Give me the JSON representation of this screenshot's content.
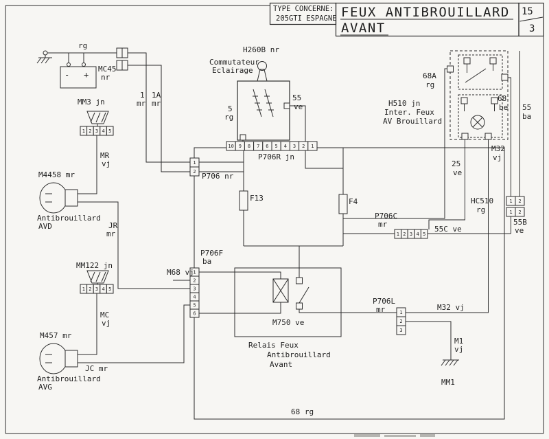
{
  "header": {
    "type_label": "TYPE CONCERNE:",
    "type_value": "205GTI ESPAGNE",
    "title_line1": "FEUX ANTIBROUILLARD",
    "title_line2": "AVANT",
    "page_num": "15",
    "page_den": "3"
  },
  "battery": {
    "label": "MC45",
    "color": "nr",
    "minus": "-",
    "plus": "+"
  },
  "wires": {
    "rg_top": "rg",
    "w1": "1",
    "w1_color": "mr",
    "w1a": "1A",
    "w1a_color": "mr",
    "mr": "MR",
    "mr_color": "vj",
    "jr": "JR",
    "jr_color": "mr",
    "mc": "MC",
    "mc_color": "vj",
    "jc": "JC mr",
    "m68": "M68 vj",
    "w5": "5",
    "w5_color": "rg",
    "w55": "55",
    "w55_color": "ve",
    "w55c": "55C ve",
    "w55b": "55B",
    "w55b_color": "ve",
    "w55ba": "55",
    "w55ba_color": "ba",
    "w68be": "68",
    "w68be_color": "be",
    "w68a": "68A",
    "w68a_color": "rg",
    "w25": "25",
    "w25_color": "ve",
    "m32_right": "M32",
    "m32_right_color": "vj",
    "m32_center": "M32 vj",
    "m1": "M1",
    "m1_color": "vj",
    "w68rg": "68 rg"
  },
  "components": {
    "mm3": "MM3 jn",
    "mm122": "MM122 jn",
    "mm1": "MM1",
    "m4458": "M4458 mr",
    "avd_line1": "Antibrouillard",
    "avd_line2": "AVD",
    "m457": "M457 mr",
    "avg_line1": "Antibrouillard",
    "avg_line2": "AVG",
    "h260b": "H260B nr",
    "commutateur_line1": "Commutateur",
    "commutateur_line2": "Eclairage",
    "p706r": "P706R jn",
    "p706": "P706 nr",
    "p706c": "P706C",
    "p706c_color": "mr",
    "p706f": "P706F",
    "p706f_color": "ba",
    "p706l": "P706L",
    "p706l_color": "mr",
    "f13": "F13",
    "f4": "F4",
    "m750": "M750 ve",
    "relais_line1": "Relais Feux",
    "relais_line2": "Antibrouillard",
    "relais_line3": "Avant",
    "h510": "H510 jn",
    "h510_line2": "Inter. Feux",
    "h510_line3": "AV Brouillard",
    "hc510": "HC510",
    "hc510_color": "rg"
  },
  "pins": {
    "batt_a": [
      "",
      ""
    ],
    "batt_b": [
      "",
      ""
    ],
    "mm3": [
      "1",
      "2",
      "3",
      "4",
      "5"
    ],
    "mm122": [
      "1",
      "2",
      "3",
      "4",
      "5"
    ],
    "p706r": [
      "10",
      "9",
      "8",
      "7",
      "6",
      "5",
      "4",
      "3",
      "2",
      "1"
    ],
    "p706_2": [
      "1",
      "2"
    ],
    "p706f": [
      "1",
      "2",
      "3",
      "4",
      "5",
      "6"
    ],
    "p706c": [
      "1",
      "2",
      "3",
      "4",
      "5"
    ],
    "p706l": [
      "1",
      "2",
      "3"
    ],
    "hc510_a": [
      "1",
      "2"
    ],
    "hc510_b": [
      "1",
      "2"
    ]
  }
}
